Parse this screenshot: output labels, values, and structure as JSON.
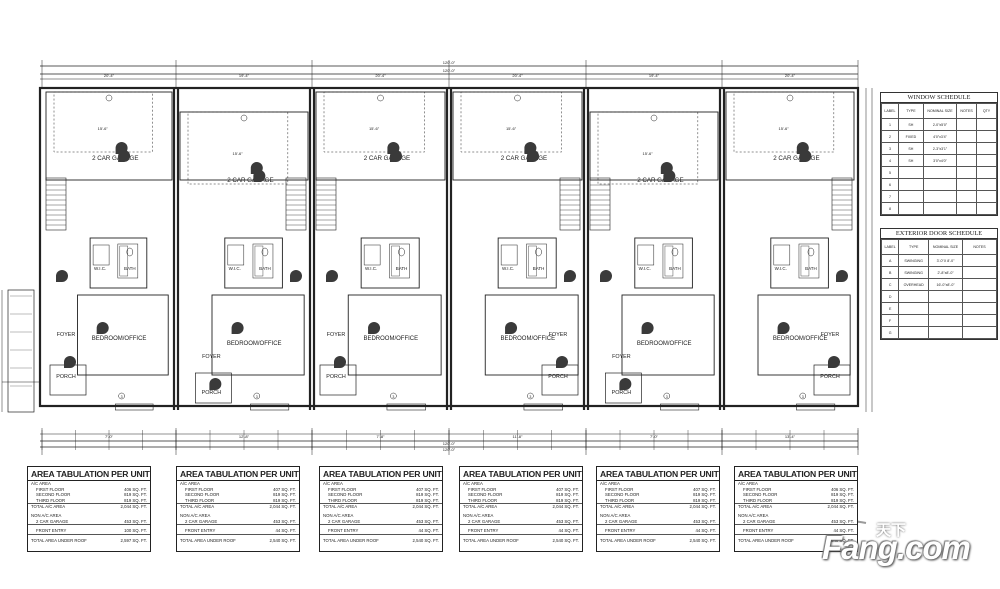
{
  "plan": {
    "overall_dim": "120'-0\"",
    "unit_widths": [
      "20'-4\"",
      "19'-4\"",
      "20'-4\"",
      "20'-4\"",
      "19'-4\"",
      "20'-4\""
    ],
    "sub_dims": [
      "7'-0\"",
      "12'-8\"",
      "7'-8\"",
      "11'-8\"",
      "7'-0\"",
      "13'-4\""
    ],
    "garage_width": "15'-6\"",
    "units": [
      {
        "garage": "2 CAR GARAGE",
        "bedroom": "BEDROOM/OFFICE",
        "foyer": "FOYER",
        "porch": "PORCH",
        "wic": "W.I.C.",
        "bath": "BATH",
        "marker": "3"
      },
      {
        "garage": "2 CAR GARAGE",
        "bedroom": "BEDROOM/OFFICE",
        "foyer": "FOYER",
        "porch": "PORCH",
        "wic": "W.I.C.",
        "bath": "BATH",
        "marker": "3"
      },
      {
        "garage": "2 CAR GARAGE",
        "bedroom": "BEDROOM/OFFICE",
        "foyer": "FOYER",
        "porch": "PORCH",
        "wic": "W.I.C.",
        "bath": "BATH",
        "marker": "3"
      },
      {
        "garage": "2 CAR GARAGE",
        "bedroom": "BEDROOM/OFFICE",
        "foyer": "FOYER",
        "porch": "PORCH",
        "wic": "W.I.C.",
        "bath": "BATH",
        "marker": "3"
      },
      {
        "garage": "2 CAR GARAGE",
        "bedroom": "BEDROOM/OFFICE",
        "foyer": "FOYER",
        "porch": "PORCH",
        "wic": "W.I.C.",
        "bath": "BATH",
        "marker": "3"
      },
      {
        "garage": "2 CAR GARAGE",
        "bedroom": "BEDROOM/OFFICE",
        "foyer": "FOYER",
        "porch": "PORCH",
        "wic": "W.I.C.",
        "bath": "BATH",
        "marker": "3"
      }
    ]
  },
  "area_tabulations": [
    {
      "title": "AREA TABULATION PER UNIT",
      "ac_area": "A/C AREA",
      "first_floor": "FIRST FLOOR",
      "first_floor_val": "406 SQ. FT.",
      "second_floor": "SECOND FLOOR",
      "second_floor_val": "819 SQ. FT.",
      "third_floor": "THIRD FLOOR",
      "third_floor_val": "819 SQ. FT.",
      "total_ac": "TOTAL A/C AREA",
      "total_ac_val": "2,044 SQ. FT.",
      "non_ac": "NON A/C AREA",
      "garage": "2 CAR GARAGE",
      "garage_val": "453 SQ. FT.",
      "front_entry": "FRONT ENTRY",
      "front_entry_val": "100 SQ. FT.",
      "total_roof": "TOTAL AREA UNDER ROOF",
      "total_roof_val": "2,597 SQ. FT."
    },
    {
      "title": "AREA TABULATION PER UNIT",
      "ac_area": "A/C AREA",
      "first_floor": "FIRST FLOOR",
      "first_floor_val": "407 SQ. FT.",
      "second_floor": "SECOND FLOOR",
      "second_floor_val": "819 SQ. FT.",
      "third_floor": "THIRD FLOOR",
      "third_floor_val": "819 SQ. FT.",
      "total_ac": "TOTAL A/C AREA",
      "total_ac_val": "2,044 SQ. FT.",
      "non_ac": "NON A/C AREA",
      "garage": "2 CAR GARAGE",
      "garage_val": "453 SQ. FT.",
      "front_entry": "FRONT ENTRY",
      "front_entry_val": "44 SQ. FT.",
      "total_roof": "TOTAL AREA UNDER ROOF",
      "total_roof_val": "2,540 SQ. FT."
    },
    {
      "title": "AREA TABULATION PER UNIT",
      "ac_area": "A/C AREA",
      "first_floor": "FIRST FLOOR",
      "first_floor_val": "407 SQ. FT.",
      "second_floor": "SECOND FLOOR",
      "second_floor_val": "819 SQ. FT.",
      "third_floor": "THIRD FLOOR",
      "third_floor_val": "819 SQ. FT.",
      "total_ac": "TOTAL A/C AREA",
      "total_ac_val": "2,044 SQ. FT.",
      "non_ac": "NON A/C AREA",
      "garage": "2 CAR GARAGE",
      "garage_val": "453 SQ. FT.",
      "front_entry": "FRONT ENTRY",
      "front_entry_val": "44 SQ. FT.",
      "total_roof": "TOTAL AREA UNDER ROOF",
      "total_roof_val": "2,540 SQ. FT."
    },
    {
      "title": "AREA TABULATION PER UNIT",
      "ac_area": "A/C AREA",
      "first_floor": "FIRST FLOOR",
      "first_floor_val": "407 SQ. FT.",
      "second_floor": "SECOND FLOOR",
      "second_floor_val": "819 SQ. FT.",
      "third_floor": "THIRD FLOOR",
      "third_floor_val": "819 SQ. FT.",
      "total_ac": "TOTAL A/C AREA",
      "total_ac_val": "2,044 SQ. FT.",
      "non_ac": "NON A/C AREA",
      "garage": "2 CAR GARAGE",
      "garage_val": "453 SQ. FT.",
      "front_entry": "FRONT ENTRY",
      "front_entry_val": "44 SQ. FT.",
      "total_roof": "TOTAL AREA UNDER ROOF",
      "total_roof_val": "2,540 SQ. FT."
    },
    {
      "title": "AREA TABULATION PER UNIT",
      "ac_area": "A/C AREA",
      "first_floor": "FIRST FLOOR",
      "first_floor_val": "407 SQ. FT.",
      "second_floor": "SECOND FLOOR",
      "second_floor_val": "819 SQ. FT.",
      "third_floor": "THIRD FLOOR",
      "third_floor_val": "819 SQ. FT.",
      "total_ac": "TOTAL A/C AREA",
      "total_ac_val": "2,044 SQ. FT.",
      "non_ac": "NON A/C AREA",
      "garage": "2 CAR GARAGE",
      "garage_val": "453 SQ. FT.",
      "front_entry": "FRONT ENTRY",
      "front_entry_val": "44 SQ. FT.",
      "total_roof": "TOTAL AREA UNDER ROOF",
      "total_roof_val": "2,540 SQ. FT."
    },
    {
      "title": "AREA TABULATION PER UNIT",
      "ac_area": "A/C AREA",
      "first_floor": "FIRST FLOOR",
      "first_floor_val": "406 SQ. FT.",
      "second_floor": "SECOND FLOOR",
      "second_floor_val": "819 SQ. FT.",
      "third_floor": "THIRD FLOOR",
      "third_floor_val": "819 SQ. FT.",
      "total_ac": "TOTAL A/C AREA",
      "total_ac_val": "2,044 SQ. FT.",
      "non_ac": "NON A/C AREA",
      "garage": "2 CAR GARAGE",
      "garage_val": "453 SQ. FT.",
      "front_entry": "FRONT ENTRY",
      "front_entry_val": "44 SQ. FT.",
      "total_roof": "TOTAL AREA UNDER ROOF",
      "total_roof_val": "2,540 SQ. FT."
    }
  ],
  "window_schedule": {
    "title": "WINDOW SCHEDULE",
    "headers": [
      "LABEL",
      "TYPE",
      "NOMINAL SIZE",
      "NOTES",
      "QTY"
    ],
    "rows": [
      [
        "1",
        "SH",
        "2-0\"x5'0\"",
        "",
        ""
      ],
      [
        "2",
        "FIXED",
        "4'0\"x3'4\"",
        "",
        ""
      ],
      [
        "3",
        "SH",
        "2-3\"x3'1\"",
        "",
        ""
      ],
      [
        "4",
        "SH",
        "3'0\"x4'0\"",
        "",
        ""
      ],
      [
        "5",
        "",
        "",
        "",
        ""
      ],
      [
        "6",
        "",
        "",
        "",
        ""
      ],
      [
        "7",
        "",
        "",
        "",
        ""
      ],
      [
        "8",
        "",
        "",
        "",
        ""
      ]
    ]
  },
  "door_schedule": {
    "title": "EXTERIOR DOOR SCHEDULE",
    "headers": [
      "LABEL",
      "TYPE",
      "NOMINAL SIZE",
      "NOTES"
    ],
    "rows": [
      [
        "A",
        "SWINGING",
        "3'-0\"X 8'-0\"",
        ""
      ],
      [
        "B",
        "SWINGING",
        "2'-8\"x8'-0\"",
        ""
      ],
      [
        "C",
        "OVERHEAD",
        "16'-0\"x8'-0\"",
        ""
      ],
      [
        "D",
        "",
        "",
        ""
      ],
      [
        "E",
        "",
        "",
        ""
      ],
      [
        "F",
        "",
        "",
        ""
      ],
      [
        "G",
        "",
        "",
        ""
      ]
    ]
  },
  "watermark": {
    "text": "Fang.com",
    "cn": "天下"
  },
  "colors": {
    "line": "#222222",
    "paper": "#ffffff",
    "tag": "#3a3a3a"
  }
}
